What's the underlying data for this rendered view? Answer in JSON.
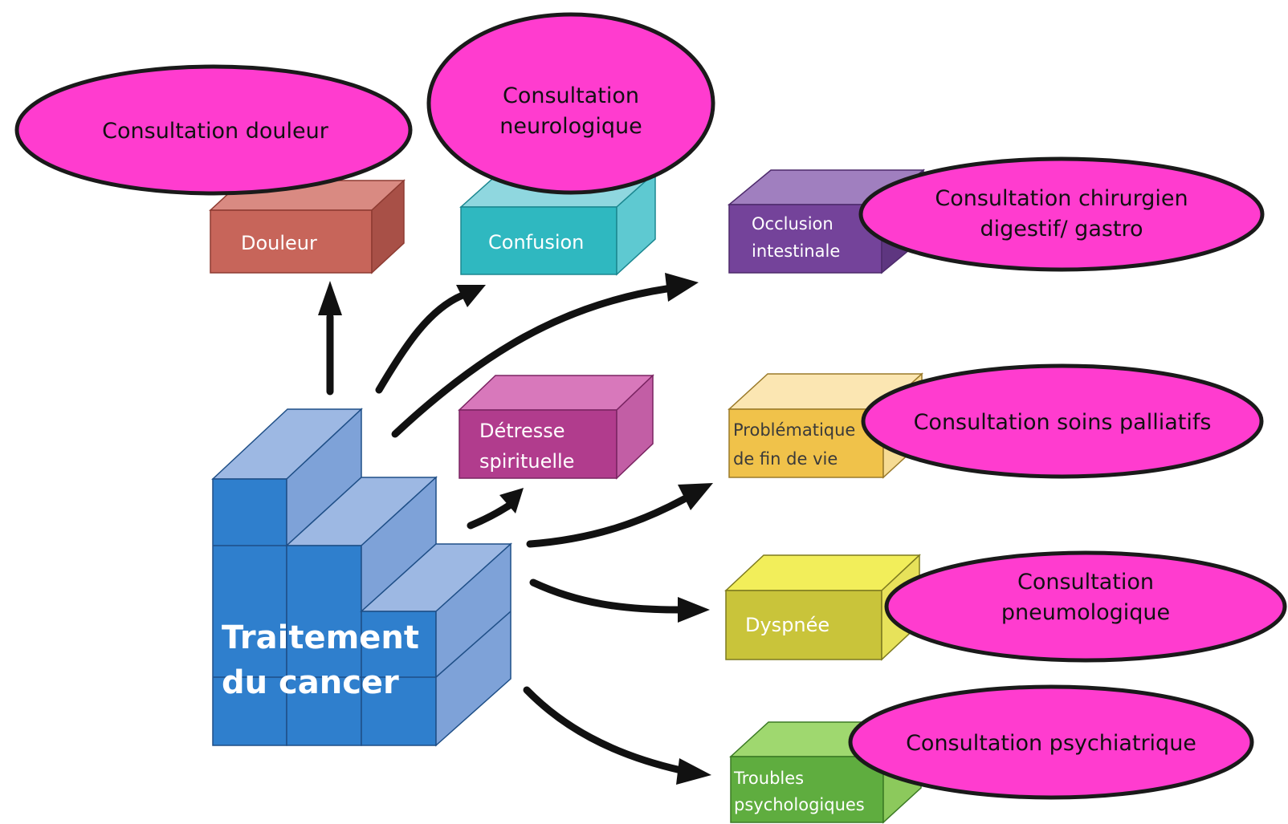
{
  "colors": {
    "ellipse_fill": "#ff3ccf",
    "blue_front": "#2f7fcd",
    "blue_top": "#9db8e3",
    "blue_side": "#7ea2d8",
    "douleur": "#c7655a",
    "confusion": "#2fb8c0",
    "occlusion": "#74439a",
    "detresse": "#b13c8d",
    "fin_de_vie": "#f0c24a",
    "dyspnee": "#c9c43a",
    "troubles": "#5fad3f"
  },
  "main_block": {
    "line1": "Traitement",
    "line2": "du cancer"
  },
  "boxes": {
    "douleur": "Douleur",
    "confusion": "Confusion",
    "occlusion": [
      "Occlusion",
      "intestinale"
    ],
    "detresse": [
      "Détresse",
      "spirituelle"
    ],
    "fin_de_vie": [
      "Problématique",
      "de fin de vie"
    ],
    "dyspnee": "Dyspnée",
    "troubles": [
      "Troubles",
      "psychologiques"
    ]
  },
  "consultations": {
    "douleur": [
      "Consultation douleur"
    ],
    "neuro": [
      "Consultation",
      "neurologique"
    ],
    "chirurgien": [
      "Consultation chirurgien",
      "digestif/ gastro"
    ],
    "palliatifs": [
      "Consultation soins palliatifs"
    ],
    "pneumo": [
      "Consultation",
      "pneumologique"
    ],
    "psychiatrique": [
      "Consultation psychiatrique"
    ]
  }
}
